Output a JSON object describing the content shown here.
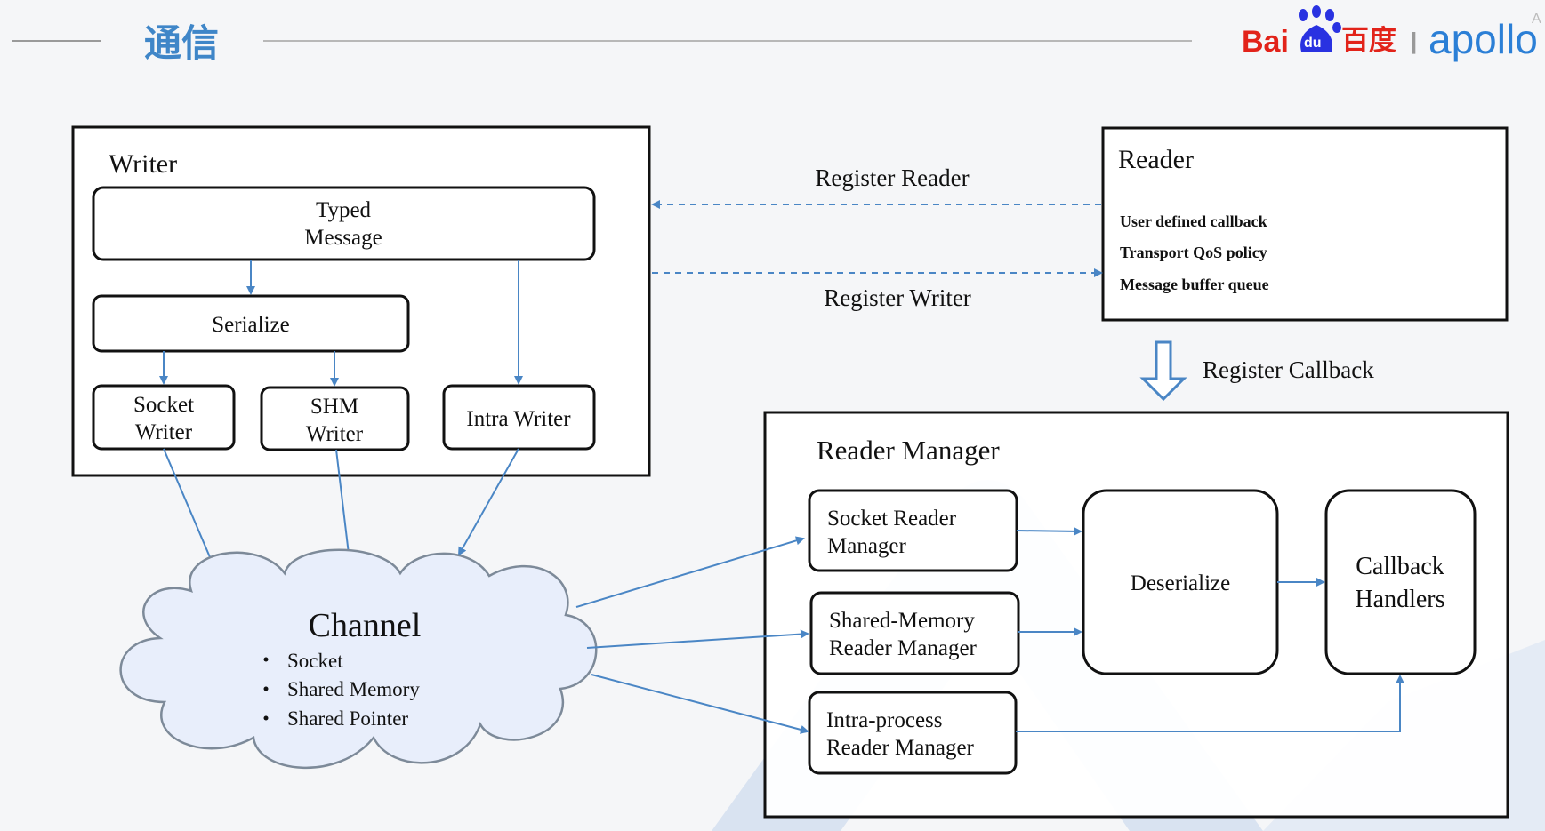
{
  "header": {
    "title": "通信",
    "brand_left_a": "Bai",
    "brand_du": "du",
    "brand_left_b": "百度",
    "brand_sep": "|",
    "brand_right": "apollo",
    "corner_glyph": "A"
  },
  "writer": {
    "label": "Writer",
    "typed_message": [
      "Typed",
      "Message"
    ],
    "serialize": "Serialize",
    "socket_writer": [
      "Socket",
      "Writer"
    ],
    "shm_writer": [
      "SHM",
      "Writer"
    ],
    "intra_writer": "Intra Writer"
  },
  "reader": {
    "label": "Reader",
    "items": [
      "User defined  callback",
      "Transport  QoS policy",
      "Message buffer  queue"
    ]
  },
  "links": {
    "register_reader": "Register  Reader",
    "register_writer": "Register  Writer",
    "register_callback": "Register  Callback"
  },
  "channel": {
    "label": "Channel",
    "items": [
      "Socket",
      "Shared Memory",
      "Shared Pointer"
    ]
  },
  "reader_manager": {
    "label": "Reader Manager",
    "socket": [
      "Socket Reader",
      "Manager"
    ],
    "shm": [
      "Shared-Memory",
      "Reader Manager"
    ],
    "intra": [
      "Intra-process",
      "Reader Manager"
    ],
    "deserialize": "Deserialize",
    "callback": [
      "Callback",
      "Handlers"
    ]
  },
  "colors": {
    "accent": "#4a86c5",
    "title": "#3f86c8",
    "baidu_red": "#e2231a",
    "baidu_blue": "#2932e1",
    "apollo_blue": "#2b7fd6",
    "watermark": "#d4dff0"
  }
}
